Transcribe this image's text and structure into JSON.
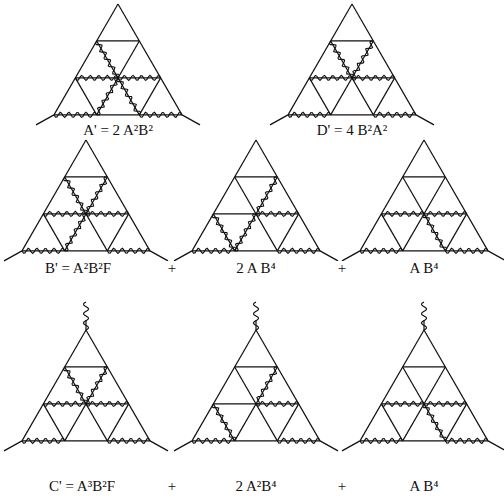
{
  "diagram": {
    "labels": [
      "A' = 2 A²B²",
      "D' = 4 B²A²",
      "B' = A²B²F",
      "+",
      "2 A B⁴",
      "+",
      "A B⁴",
      "C' = A³B²F",
      "+",
      "2 A²B⁴",
      "+",
      "A B⁴"
    ]
  }
}
